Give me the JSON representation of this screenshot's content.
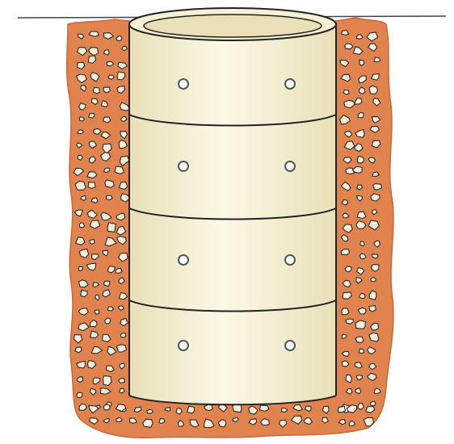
{
  "figure": {
    "subject": "perforated-ring-well-in-gravel-pit",
    "ring_count": 4,
    "holes_per_ring": 2
  },
  "colors": {
    "background": "#ffffff",
    "gravel_fill": "#e0834f",
    "gravel_edge": "#c96838",
    "pebble_fill": "#f4ecd9",
    "pebble_stroke": "#2a2a2a",
    "ring_fill": "#f6f1d4",
    "ring_shade": "#e9e0b8",
    "ring_highlight": "#fbf8e6",
    "outline": "#222222",
    "hole_fill": "#ffffff",
    "hole_stroke": "#4a5a5a",
    "ground_line": "#444444"
  }
}
